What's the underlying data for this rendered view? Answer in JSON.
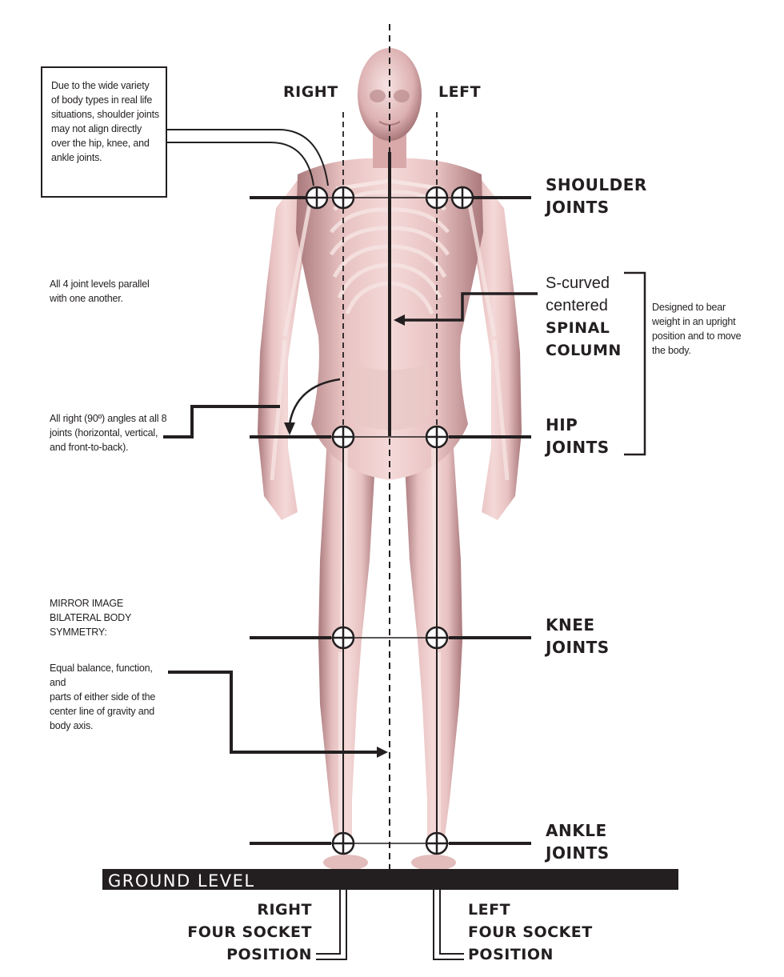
{
  "side_labels": {
    "right": "RIGHT",
    "left": "LEFT"
  },
  "joints": {
    "shoulder": "SHOULDER\nJOINTS",
    "hip": "HIP\nJOINTS",
    "knee": "KNEE\nJOINTS",
    "ankle": "ANKLE\nJOINTS"
  },
  "spinal_column": {
    "line1": "S-curved",
    "line2": "centered",
    "line3": "SPINAL",
    "line4": "COLUMN"
  },
  "notes": {
    "shoulder_note": "Due to the wide variety\nof body types in real life\nsituations, shoulder joints\nmay not align directly\nover the hip, knee, and\nankle joints.",
    "parallel_note": "All 4 joint levels parallel\nwith one another.",
    "angles_note": "All right (90º) angles at all 8\njoints (horizontal, vertical,\nand front-to-back).",
    "symmetry_title": "MIRROR IMAGE\nBILATERAL BODY\nSYMMETRY:",
    "symmetry_note": "Equal balance, function, and\nparts of either side of the\ncenter line of gravity and\nbody axis.",
    "spine_note": "Designed to bear\nweight in an upright\nposition and to move\nthe body."
  },
  "ground_level": "GROUND LEVEL",
  "sockets": {
    "right": "RIGHT\nFOUR SOCKET\nPOSITION",
    "left": "LEFT\nFOUR SOCKET\nPOSITION"
  },
  "colors": {
    "ink": "#231f20",
    "skin": "#e9c3c3",
    "skin_shadow": "#b98a8c",
    "bone": "#f6e4e2",
    "ground_bar": "#231f20"
  }
}
